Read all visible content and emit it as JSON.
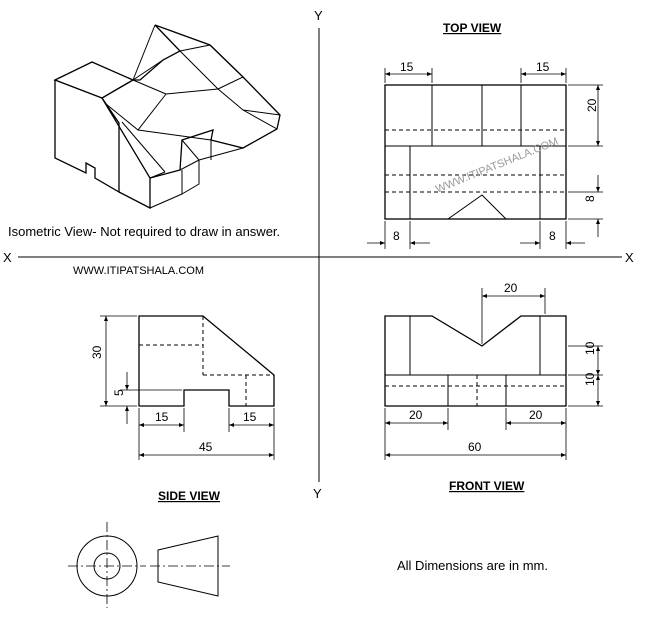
{
  "axis_labels": {
    "x_left": "X",
    "x_right": "X",
    "y_top": "Y",
    "y_bottom": "Y"
  },
  "view_titles": {
    "top": "TOP VIEW",
    "front": "FRONT VIEW",
    "side": "SIDE VIEW"
  },
  "notes": {
    "isometric": "Isometric View- Not required to draw in answer.",
    "website": "WWW.ITIPATSHALA.COM",
    "units": "All Dimensions are in mm."
  },
  "watermark": {
    "text": "WWW.ITIPATSHALA.COM"
  },
  "dimensions": {
    "top_view": {
      "left_width": "15",
      "right_width": "15",
      "depth_top": "20",
      "depth_bottom": "8",
      "slot_left": "8",
      "slot_right": "8"
    },
    "front_view": {
      "v_width": "20",
      "upper_height": "10",
      "lower_height": "10",
      "foot_left": "20",
      "foot_right": "20",
      "total_width": "60"
    },
    "side_view": {
      "total_height": "30",
      "notch_height": "5",
      "foot_left": "15",
      "foot_right": "15",
      "total_width": "45"
    }
  }
}
